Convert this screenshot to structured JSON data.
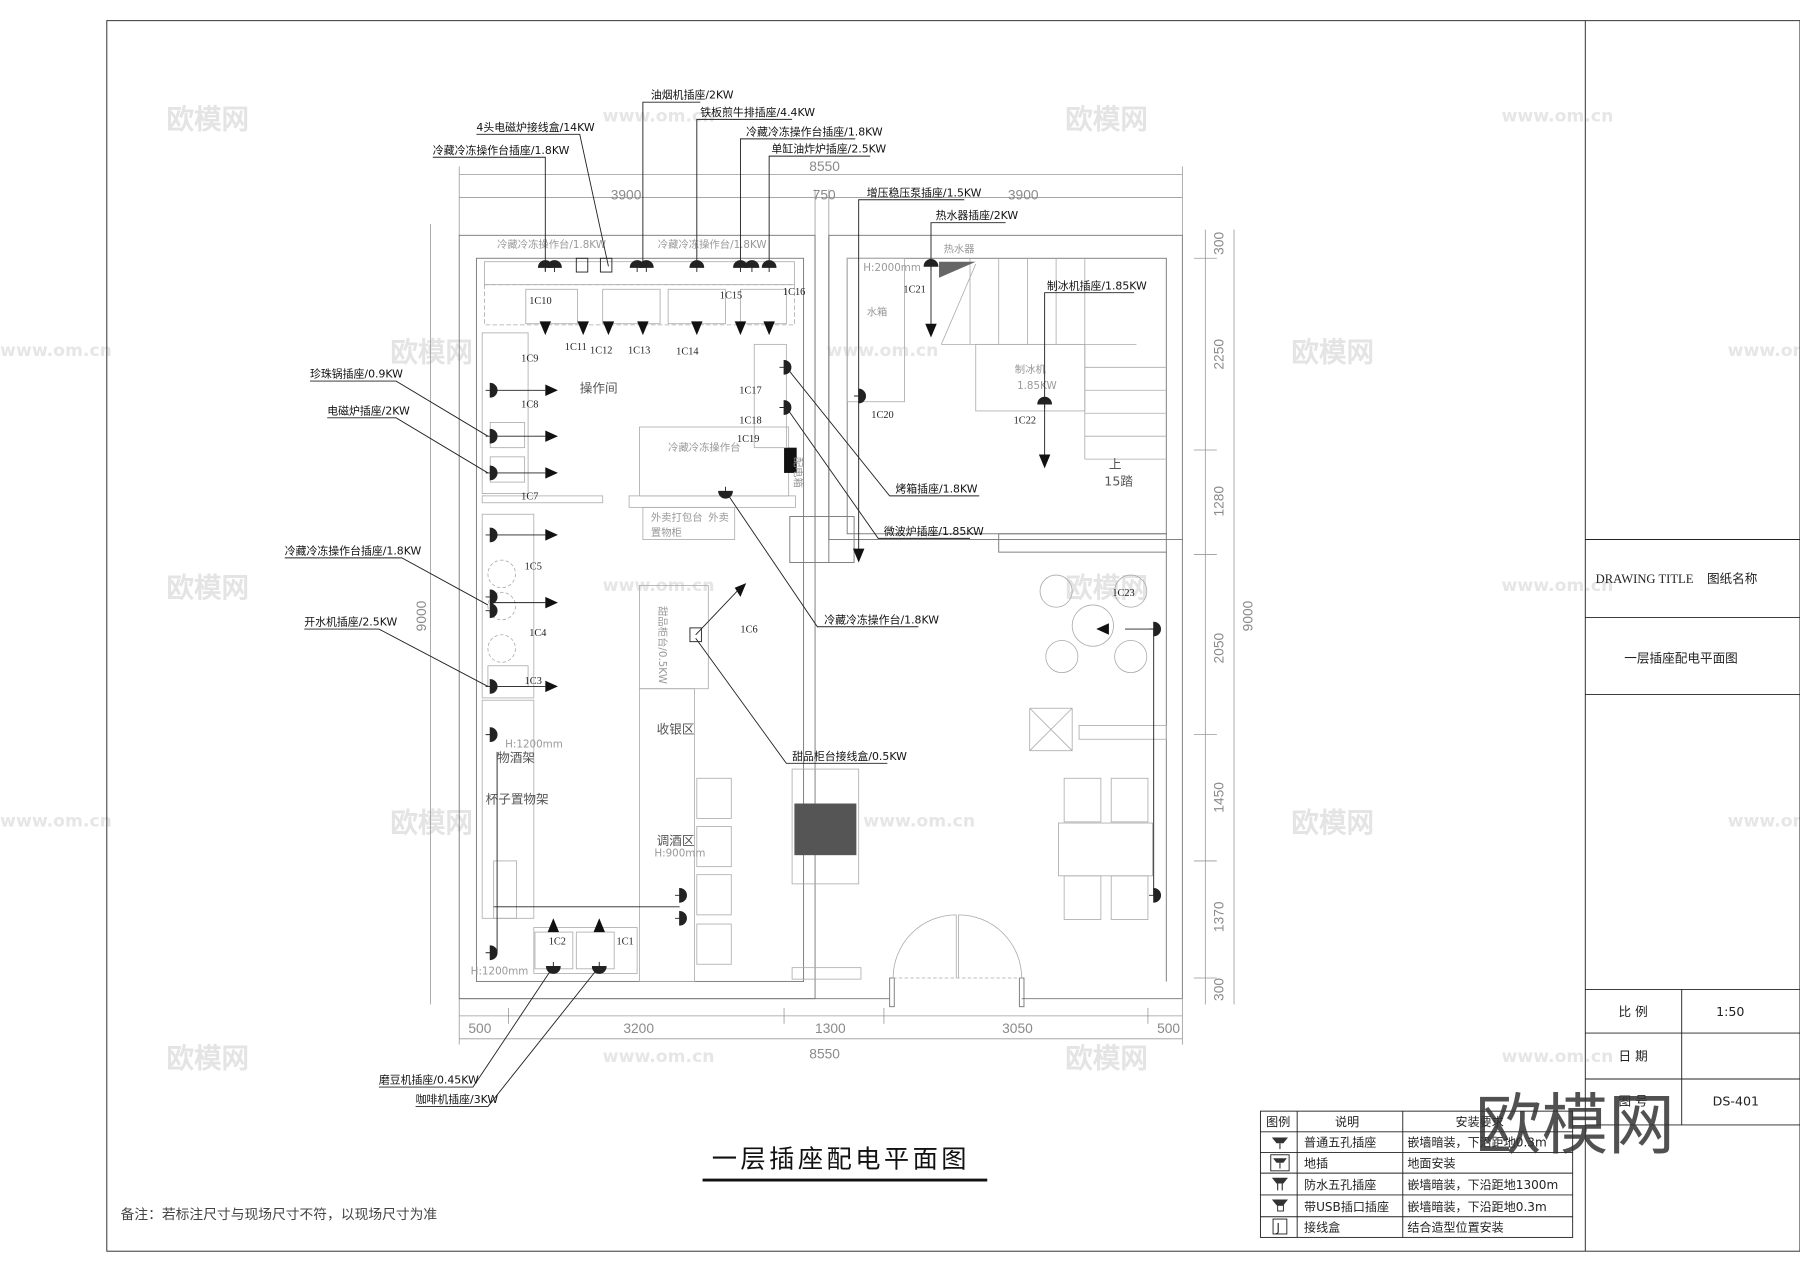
{
  "drawing": {
    "title": "一层插座配电平面图",
    "note": "备注：若标注尺寸与现场尺寸不符，以现场尺寸为准"
  },
  "dimensions": {
    "top_total": "8550",
    "top": [
      "3900",
      "750",
      "3900"
    ],
    "bottom": [
      "500",
      "3200",
      "1300",
      "3050",
      "500"
    ],
    "bottom_total": "8550",
    "right": [
      "300",
      "2250",
      "1280",
      "2050",
      "1450",
      "1370",
      "300"
    ],
    "right_total": "9000",
    "left_total": "9000"
  },
  "callouts": [
    "冷藏冷冻操作台插座/1.8KW",
    "4头电磁炉接线盒/14KW",
    "油烟机插座/2KW",
    "铁板煎牛排插座/4.4KW",
    "冷藏冷冻操作台插座/1.8KW",
    "单缸油炸炉插座/2.5KW",
    "增压稳压泵插座/1.5KW",
    "热水器插座/2KW",
    "制冰机插座/1.85KW",
    "珍珠锅插座/0.9KW",
    "电磁炉插座/2KW",
    "冷藏冷冻操作台插座/1.8KW",
    "开水机插座/2.5KW",
    "烤箱插座/1.8KW",
    "微波炉插座/1.85KW",
    "冷藏冷冻操作台/1.8KW",
    "甜品柜台接线盒/0.5KW",
    "磨豆机插座/0.45KW",
    "咖啡机插座/3KW"
  ],
  "circuits": [
    "1C1",
    "1C2",
    "1C3",
    "1C4",
    "1C5",
    "1C6",
    "1C7",
    "1C8",
    "1C9",
    "1C10",
    "1C11",
    "1C12",
    "1C13",
    "1C14",
    "1C15",
    "1C16",
    "1C17",
    "1C18",
    "1C19",
    "1C20",
    "1C21",
    "1C22",
    "1C23"
  ],
  "rooms": {
    "kitchen": "操作间",
    "cashier": "收银区",
    "bar": "调酒区",
    "bar_height": "H:900mm",
    "cup_rack": "杯子置物架",
    "wine_rack": "物酒架",
    "rack_height": "H:1200mm",
    "corner_height": "H:1200mm",
    "tank_height": "H:2000mm",
    "water_tank": "水箱",
    "water_heater": "热水器",
    "ice_machine": "制冰机",
    "ice_machine_kw": "1.85KW",
    "stairs_up": "上",
    "stairs_steps": "15踏",
    "distribution_box": "配电箱",
    "takeout_counter": "外卖打包台",
    "takeout": "外卖",
    "storage_cabinet": "置物柜",
    "fridge_counter_1": "冷藏冷冻操作台/1.8KW",
    "fridge_counter_2": "冷藏冷冻操作台/1.8KW",
    "fridge_counter_3": "冷藏冷冻操作台",
    "dessert_counter": "甜品柜台/0.5KW"
  },
  "legend": {
    "headers": [
      "图例",
      "说明",
      "安装要求"
    ],
    "rows": [
      {
        "icon": "standard-five-hole-socket",
        "desc": "普通五孔插座",
        "req": "嵌墙暗装，下沿距地0.3m"
      },
      {
        "icon": "floor-socket",
        "desc": "地插",
        "req": "地面安装"
      },
      {
        "icon": "waterproof-socket",
        "desc": "防水五孔插座",
        "req": "嵌墙暗装，下沿距地1300m"
      },
      {
        "icon": "usb-socket",
        "desc": "带USB插口插座",
        "req": "嵌墙暗装，下沿距地0.3m"
      },
      {
        "icon": "junction-box",
        "desc": "接线盒",
        "req": "结合造型位置安装"
      }
    ]
  },
  "title_block": {
    "drawing_title_en": "DRAWING TITLE",
    "drawing_title_cn": "图纸名称",
    "drawing_name": "一层插座配电平面图",
    "scale_label": "比 例",
    "scale_value": "1:50",
    "date_label": "日 期",
    "number_label": "图 号",
    "number_value": "DS-401"
  },
  "watermarks": {
    "logo": "欧模网",
    "url": "www.om.cn"
  }
}
